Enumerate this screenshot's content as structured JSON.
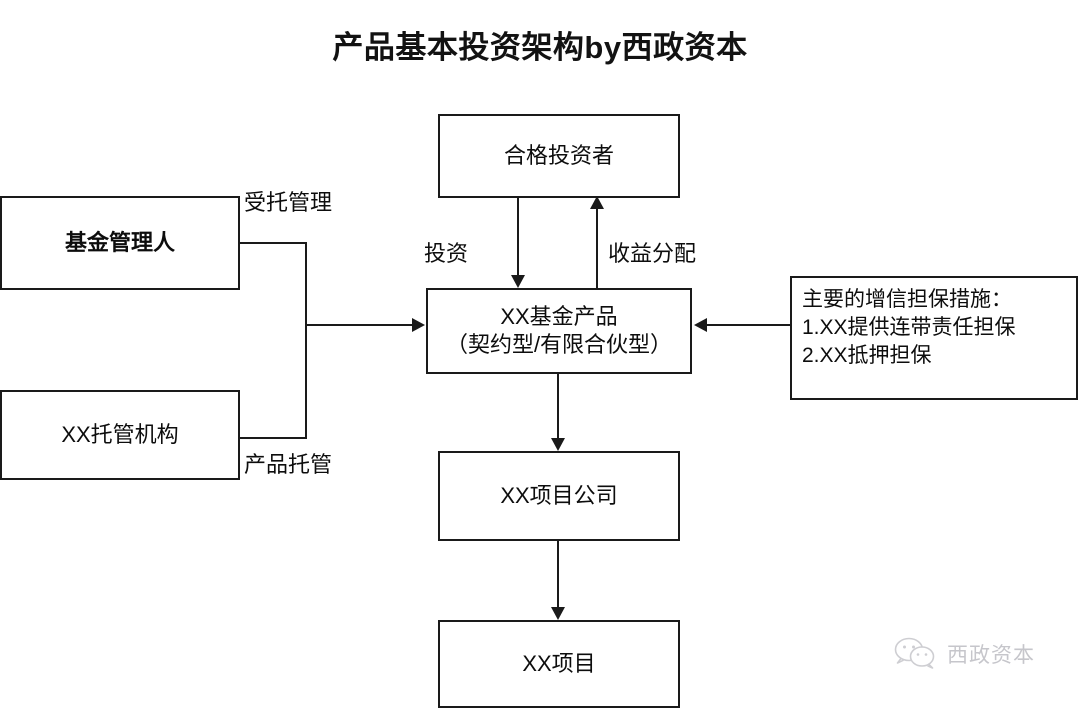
{
  "title": "产品基本投资架构by西政资本",
  "diagram": {
    "type": "flowchart",
    "nodes": [
      {
        "id": "qualified-investor",
        "label": "合格投资者"
      },
      {
        "id": "fund-manager",
        "label": "基金管理人"
      },
      {
        "id": "custodian",
        "label": "XX托管机构"
      },
      {
        "id": "fund-product",
        "line1": "XX基金产品",
        "line2": "（契约型/有限合伙型）"
      },
      {
        "id": "credit-enhancement",
        "line1": "主要的增信担保措施：",
        "line2": "1.XX提供连带责任担保",
        "line3": "2.XX抵押担保"
      },
      {
        "id": "project-company",
        "label": "XX项目公司"
      },
      {
        "id": "project",
        "label": "XX项目"
      }
    ],
    "edge_labels": {
      "entrusted_management": "受托管理",
      "product_custody": "产品托管",
      "investment": "投资",
      "profit_distribution": "收益分配"
    }
  },
  "watermark": {
    "icon": "wechat-icon",
    "text": "西政资本"
  },
  "colors": {
    "stroke": "#1a1a1a",
    "text": "#0d0d0d",
    "background": "#ffffff",
    "watermark_text": "#7a7a86"
  }
}
